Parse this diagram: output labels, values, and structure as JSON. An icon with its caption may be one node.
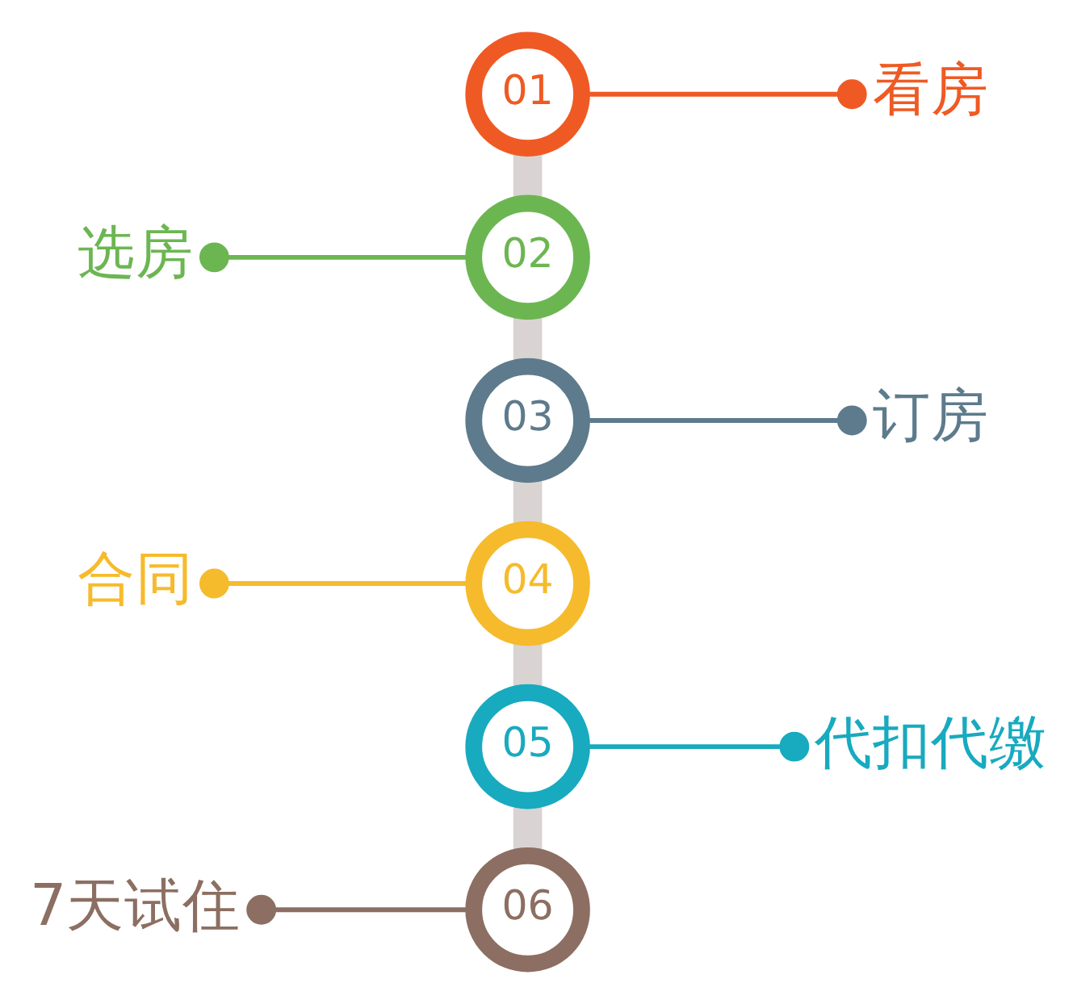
{
  "diagram": {
    "nodes": [
      {
        "text": [
          "01"
        ]
      },
      {
        "text": [
          "看房"
        ]
      },
      {
        "text": [
          "选房"
        ]
      },
      {
        "text": [
          "02"
        ]
      },
      {
        "text": [
          "03"
        ]
      },
      {
        "text": [
          "订房"
        ]
      },
      {
        "text": [
          "合同"
        ]
      },
      {
        "text": [
          "04"
        ]
      },
      {
        "text": [
          "05"
        ]
      },
      {
        "text": [
          "代扣代缴"
        ]
      },
      {
        "text": [
          "7天试住"
        ]
      },
      {
        "text": [
          "06"
        ]
      }
    ],
    "edges": [
      {
        "from": 0,
        "to": 3,
        "arrow": "none",
        "style": "thick",
        "color": "#d9d4d2"
      },
      {
        "from": 3,
        "to": 4,
        "arrow": "none",
        "style": "thick",
        "color": "#d9d4d2"
      },
      {
        "from": 4,
        "to": 7,
        "arrow": "none",
        "style": "thick",
        "color": "#d9d4d2"
      },
      {
        "from": 7,
        "to": 8,
        "arrow": "none",
        "style": "thick",
        "color": "#d9d4d2"
      },
      {
        "from": 8,
        "to": 11,
        "arrow": "none",
        "style": "thick",
        "color": "#d9d4d2"
      },
      {
        "from": 0,
        "to": 1,
        "arrow": "other",
        "color": "#ef5a24"
      },
      {
        "from": 3,
        "to": 2,
        "arrow": "other",
        "color": "#6cb652"
      },
      {
        "from": 4,
        "to": 5,
        "arrow": "other",
        "color": "#5d7b8c"
      },
      {
        "from": 7,
        "to": 6,
        "arrow": "other",
        "color": "#f6bb2c"
      },
      {
        "from": 8,
        "to": 9,
        "arrow": "other",
        "color": "#18aabf"
      },
      {
        "from": 11,
        "to": 10,
        "arrow": "other",
        "color": "#8c6f62"
      }
    ]
  }
}
